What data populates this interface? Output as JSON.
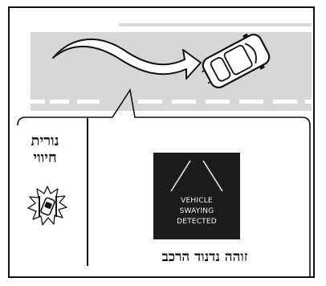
{
  "indicator": {
    "line1": "נורית",
    "line2": "חיווי",
    "icon": "vehicle-sway-warning-icon"
  },
  "display": {
    "line1": "VEHICLE",
    "line2": "SWAYING",
    "line3": "DETECTED"
  },
  "caption": "זוהה נדנוד הרכב",
  "colors": {
    "road": "#d7d7d7",
    "lane_marks": "#ffffff",
    "screen": "#1c1c1c",
    "outline": "#111111"
  }
}
